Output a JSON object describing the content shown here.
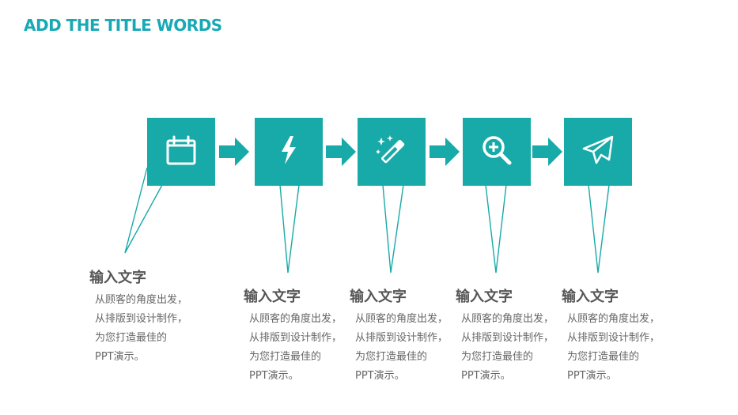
{
  "title": "ADD THE TITLE WORDS",
  "colors": {
    "accent": "#17aaa8",
    "title": "#17a9b6",
    "heading": "#555555",
    "body": "#666666"
  },
  "steps": [
    {
      "icon": "calendar-icon",
      "heading": "输入文字",
      "lines": [
        "从顾客的角度出发，",
        "从排版到设计制作，",
        "为您打造最佳的",
        "PPT演示。"
      ]
    },
    {
      "icon": "lightning-icon",
      "heading": "输入文字",
      "lines": [
        "从顾客的角度出发，",
        "从排版到设计制作，",
        "为您打造最佳的",
        "PPT演示。"
      ]
    },
    {
      "icon": "magic-wand-icon",
      "heading": "输入文字",
      "lines": [
        "从顾客的角度出发，",
        "从排版到设计制作，",
        "为您打造最佳的",
        "PPT演示。"
      ]
    },
    {
      "icon": "zoom-in-icon",
      "heading": "输入文字",
      "lines": [
        "从顾客的角度出发，",
        "从排版到设计制作，",
        "为您打造最佳的",
        "PPT演示。"
      ]
    },
    {
      "icon": "paper-plane-icon",
      "heading": "输入文字",
      "lines": [
        "从顾客的角度出发，",
        "从排版到设计制作，",
        "为您打造最佳的",
        "PPT演示。"
      ]
    }
  ]
}
